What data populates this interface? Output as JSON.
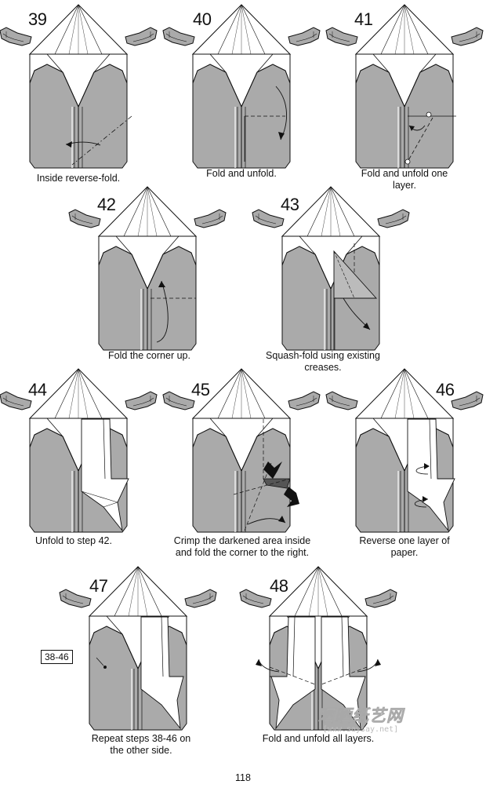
{
  "steps": [
    {
      "number": "39",
      "caption": "Inside reverse-fold."
    },
    {
      "number": "40",
      "caption": "Fold and unfold."
    },
    {
      "number": "41",
      "caption": "Fold and unfold one\nlayer."
    },
    {
      "number": "42",
      "caption": "Fold the corner up."
    },
    {
      "number": "43",
      "caption": "Squash-fold using existing\ncreases."
    },
    {
      "number": "44",
      "caption": "Unfold to step 42."
    },
    {
      "number": "45",
      "caption": "Crimp the darkened area inside\nand fold the corner to the right."
    },
    {
      "number": "46",
      "caption": "Reverse one layer of\npaper."
    },
    {
      "number": "47",
      "caption": "Repeat steps 38-46 on\nthe other side."
    },
    {
      "number": "48",
      "caption": "Fold and unfold all layers."
    }
  ],
  "reference_label": "38-46",
  "watermark": {
    "logo_text": "晒晒纸艺网",
    "url": "[www.saysay.net]"
  },
  "page_number": "118",
  "colors": {
    "paper_gray": "#aaaaaa",
    "paper_white": "#ffffff",
    "dark_gray": "#666666",
    "line": "#111111"
  }
}
